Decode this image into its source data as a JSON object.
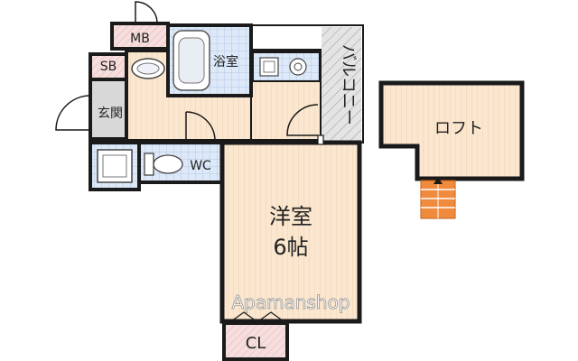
{
  "rooms": {
    "mb": "MB",
    "sb": "SB",
    "bath": "浴室",
    "balcony": "バルコニー",
    "entrance": "玄関",
    "wc": "WC",
    "western_room": "洋室",
    "western_room_size": "6帖",
    "loft": "ロフト",
    "closet": "CL"
  },
  "watermark": "Apamanshop",
  "colors": {
    "wall": "#1a1a1a",
    "room_fill": "#fbe7cf",
    "stripe": "#e8c9a2",
    "tile": "#dce8f8",
    "tile_line": "#9fb6d8",
    "storage": "#f4d6d6",
    "entrance_floor": "#d8d8d8",
    "balcony": "#d9d9d9",
    "stairs": "#f08a3c"
  }
}
